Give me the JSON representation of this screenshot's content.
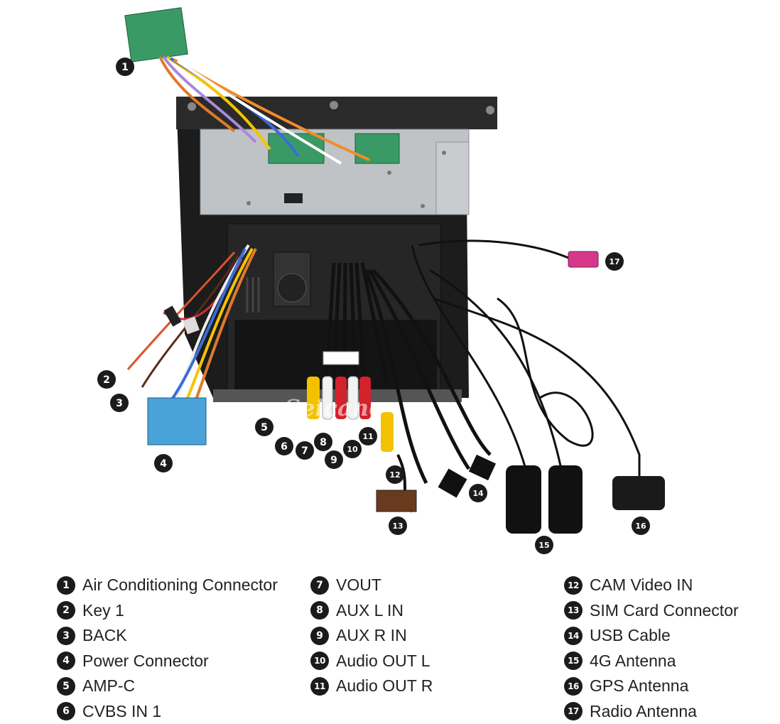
{
  "watermark": "Seicane",
  "callouts": [
    "1",
    "2",
    "3",
    "4",
    "5",
    "6",
    "7",
    "8",
    "9",
    "10",
    "11",
    "12",
    "13",
    "14",
    "15",
    "16",
    "17"
  ],
  "legend": {
    "col1": [
      {
        "num": "1",
        "label": "Air Conditioning Connector"
      },
      {
        "num": "2",
        "label": "Key 1"
      },
      {
        "num": "3",
        "label": "BACK"
      },
      {
        "num": "4",
        "label": "Power Connector"
      },
      {
        "num": "5",
        "label": "AMP-C"
      },
      {
        "num": "6",
        "label": "CVBS IN 1"
      }
    ],
    "col2": [
      {
        "num": "7",
        "label": "VOUT"
      },
      {
        "num": "8",
        "label": "AUX L IN"
      },
      {
        "num": "9",
        "label": "AUX R IN"
      },
      {
        "num": "10",
        "label": "Audio OUT L"
      },
      {
        "num": "11",
        "label": "Audio OUT R"
      }
    ],
    "col3": [
      {
        "num": "12",
        "label": "CAM Video IN"
      },
      {
        "num": "13",
        "label": "SIM Card Connector"
      },
      {
        "num": "14",
        "label": "USB  Cable"
      },
      {
        "num": "15",
        "label": "4G Antenna"
      },
      {
        "num": "16",
        "label": "GPS Antenna"
      },
      {
        "num": "17",
        "label": "Radio Antenna"
      }
    ]
  },
  "colors": {
    "callout": "#1b1b1b",
    "unit_body": "#1c1c1c",
    "metal_plate": "#bfc3c6",
    "green_connector": "#3a9a66",
    "blue_connector": "#4aa3d8",
    "rca_yellow": "#f2c200",
    "rca_red": "#d2222c",
    "rca_white": "#f2f2f2",
    "fakra_pink": "#d6398a"
  }
}
